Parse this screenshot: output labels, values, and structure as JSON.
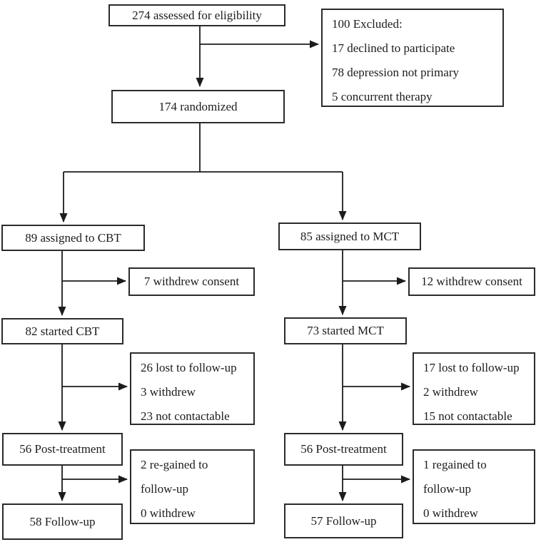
{
  "flow": {
    "assessed": "274 assessed for eligibility",
    "excluded": [
      "100 Excluded:",
      "17 declined to participate",
      "78 depression not primary",
      "5 concurrent therapy"
    ],
    "randomized": "174 randomized",
    "cbt": {
      "assigned": "89 assigned to CBT",
      "withdrew_consent": "7 withdrew consent",
      "started": "82 started CBT",
      "attrition": [
        "26 lost to follow-up",
        "3 withdrew",
        "23 not contactable"
      ],
      "post_treatment": "56 Post-treatment",
      "regained": [
        "2 re-gained to",
        "follow-up",
        "0 withdrew"
      ],
      "follow_up": "58 Follow-up"
    },
    "mct": {
      "assigned": "85 assigned to MCT",
      "withdrew_consent": "12 withdrew consent",
      "started": "73 started MCT",
      "attrition": [
        "17 lost to follow-up",
        "2 withdrew",
        "15 not contactable"
      ],
      "post_treatment": "56 Post-treatment",
      "regained": [
        "1 regained to",
        "follow-up",
        "0 withdrew"
      ],
      "follow_up": "57 Follow-up"
    },
    "colors": {
      "border": "#2b2b2b",
      "text": "#1c1c1c",
      "background": "#ffffff"
    }
  }
}
